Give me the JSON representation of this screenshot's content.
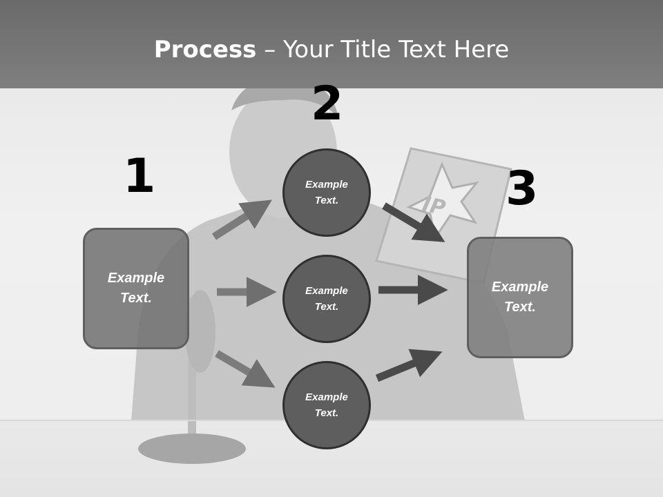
{
  "title": {
    "bold": "Process",
    "rest": " – Your Title Text Here"
  },
  "steps": [
    {
      "number": "1",
      "box_text": "Example Text."
    },
    {
      "number": "2"
    },
    {
      "number": "3",
      "box_text": "Example Text."
    }
  ],
  "circles": [
    {
      "text": "Example Text."
    },
    {
      "text": "Example Text."
    },
    {
      "text": "Example Text."
    }
  ],
  "colors": {
    "title_band": "#727272",
    "box_fill": "#7a7a7a",
    "circle_fill": "#5e5e5e",
    "arrow_left": "#6f6f6f",
    "arrow_right": "#4a4a4a"
  },
  "background_image": "grayscale photo of a man in a suit at a desk with a microphone, holding up a product box"
}
